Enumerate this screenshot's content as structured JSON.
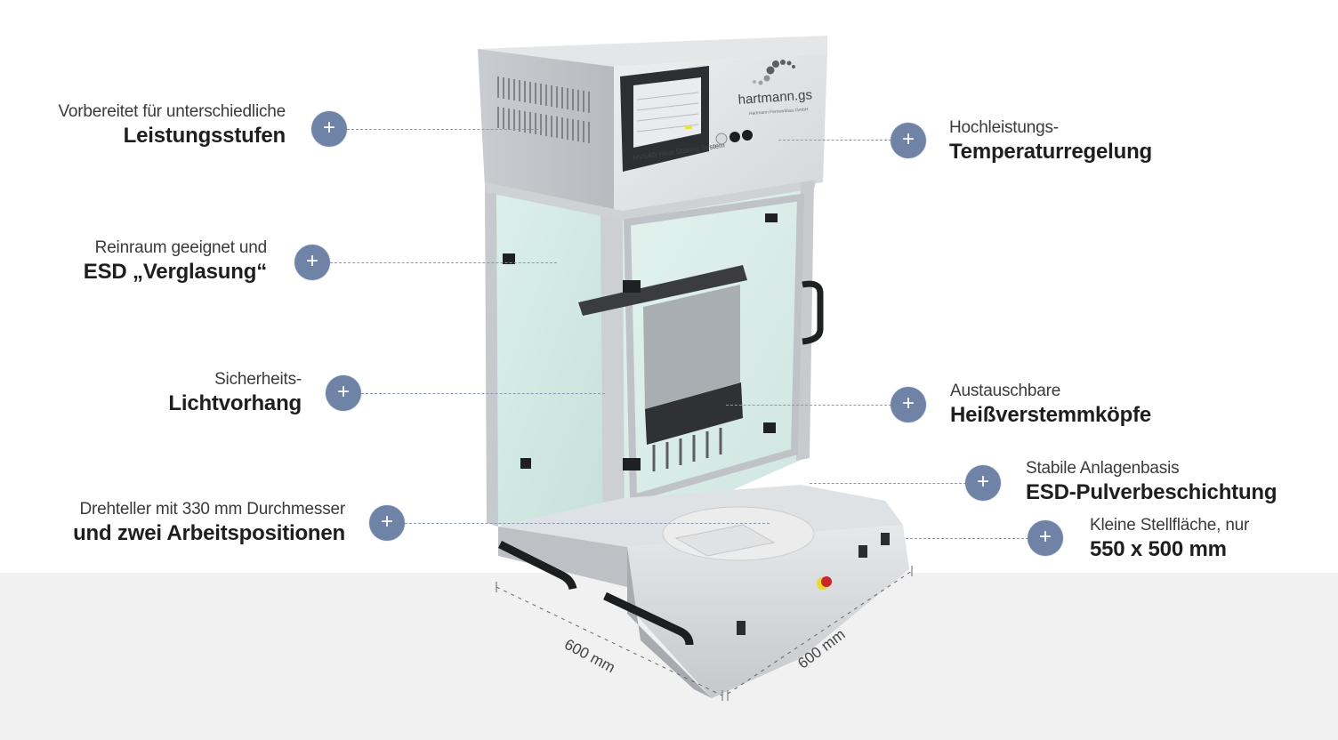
{
  "features": [
    {
      "id": "leistungsstufen",
      "subtitle": "Vorbereitet für unterschiedliche",
      "title": "Leistungsstufen",
      "side": "left"
    },
    {
      "id": "verglasung",
      "subtitle": "Reinraum geeignet und",
      "title": "ESD „Verglasung“",
      "side": "left"
    },
    {
      "id": "lichtvorhang",
      "subtitle": "Sicherheits-",
      "title": "Lichtvorhang",
      "side": "left"
    },
    {
      "id": "drehteller",
      "subtitle": "Drehteller mit 330 mm Durchmesser",
      "title": "und zwei Arbeitspositionen",
      "side": "left"
    },
    {
      "id": "temperaturregelung",
      "subtitle": "Hochleistungs-",
      "title": "Temperaturregelung",
      "side": "right"
    },
    {
      "id": "heissverstemmkoepfe",
      "subtitle": "Austauschbare",
      "title": "Heißverstemmköpfe",
      "side": "right"
    },
    {
      "id": "anlagenbasis",
      "subtitle": "Stabile Anlagenbasis",
      "title": "ESD-Pulverbeschichtung",
      "side": "right"
    },
    {
      "id": "stellflaeche",
      "subtitle": "Kleine Stellfläche, nur",
      "title": "550 x 500 mm",
      "side": "right"
    }
  ],
  "hotspot_symbol": "+",
  "machine": {
    "brand": "hartmann.gs",
    "brand_sub": "Hartmann Fernwirkbau GmbH",
    "display_caption": "HVS40i Heat Staking System"
  },
  "dimensions": {
    "depth": "600 mm",
    "width": "600 mm"
  },
  "colors": {
    "hotspot": "#6e83a5",
    "leader": "#8a99b3",
    "floor": "#f1f1f1"
  }
}
